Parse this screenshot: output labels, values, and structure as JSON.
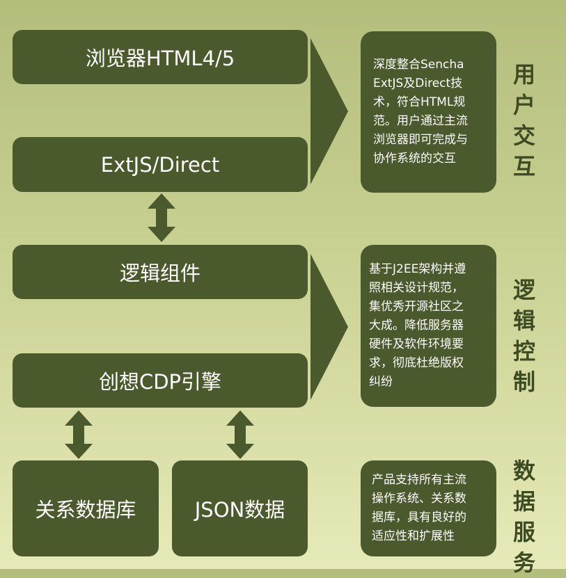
{
  "layers": [
    {
      "label": "用户交互",
      "boxes": [
        "浏览器HTML4/5",
        "ExtJS/Direct"
      ],
      "description": "深度整合Sencha\n ExtJS及Direct技\n术，符合HTML规\n范。用户通过主流\n浏览器即可完成与\n协作系统的交互"
    },
    {
      "label": "逻辑控制",
      "boxes": [
        "逻辑组件",
        "创想CDP引擎"
      ],
      "description": "基于J2EE架构并遵\n照相关设计规范，\n集优秀开源社区之\n大成。降低服务器\n硬件及软件环境要\n求，彻底杜绝版权\n纠纷"
    },
    {
      "label": "数据服务",
      "boxes": [
        "关系数据库",
        "JSON数据"
      ],
      "description": "产品支持所有主流\n操作系统、关系数\n据库，具有良好的\n适应性和扩展性"
    }
  ],
  "colors": {
    "box": "#4a5a2d",
    "label": "#3d4a22"
  }
}
